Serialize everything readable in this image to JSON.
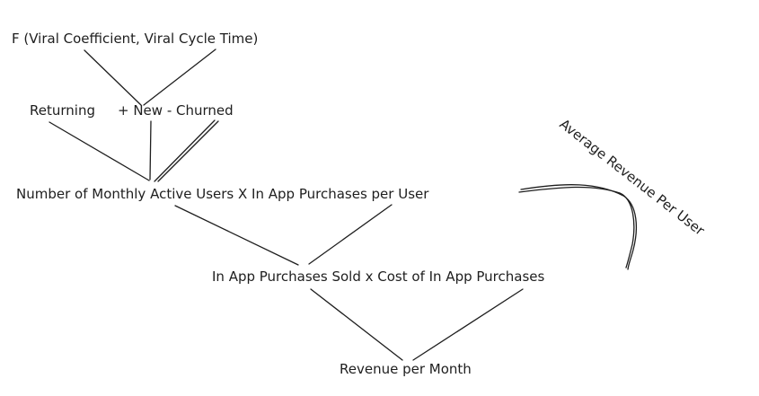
{
  "diagram": {
    "nodes": {
      "viral": "F (Viral Coefficient, Viral Cycle Time)",
      "returning": "Returning",
      "new_churned": "+ New - Churned",
      "mau": "Number of Monthly Active Users X In App Purchases per User",
      "iap": "In App Purchases Sold x Cost of In App Purchases",
      "revenue": "Revenue per Month"
    },
    "annotation": "Average Revenue Per User"
  }
}
